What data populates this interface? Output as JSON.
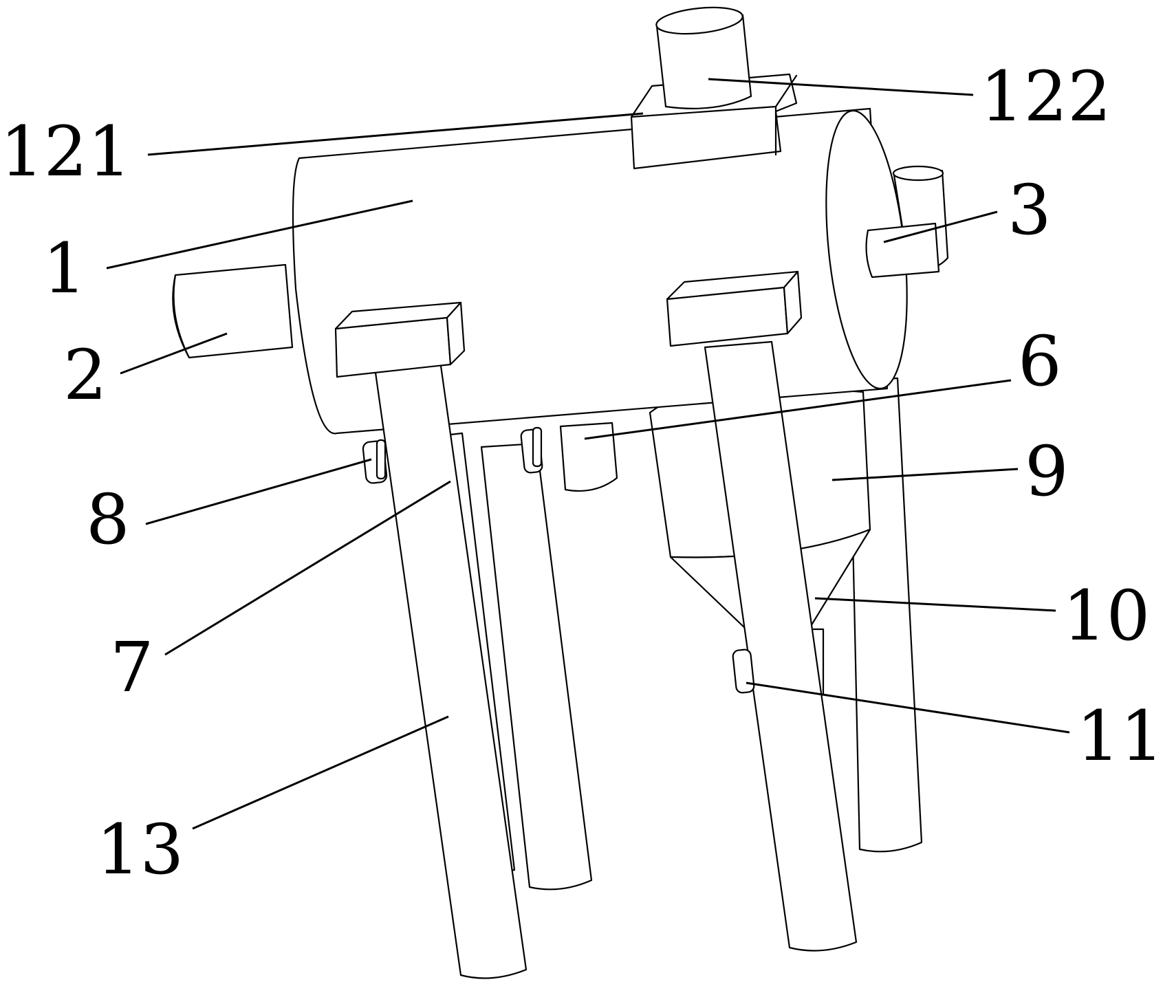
{
  "labels": {
    "l122": "122",
    "l121": "121",
    "l1": "1",
    "l3": "3",
    "l2": "2",
    "l6": "6",
    "l9": "9",
    "l8": "8",
    "l7": "7",
    "l10": "10",
    "l11": "11",
    "l13": "13"
  },
  "colors": {
    "line": "#000000",
    "background": "#ffffff"
  }
}
